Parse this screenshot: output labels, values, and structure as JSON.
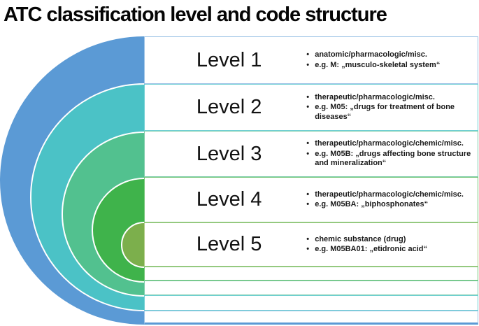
{
  "title": "ATC classification level and code structure",
  "bullet_char": "•",
  "levels": [
    {
      "label": "Level 1",
      "ring_color": "#5B9AD5",
      "border_color": "#9DC3E6",
      "bullets": [
        "anatomic/pharmacologic/misc.",
        "e.g. M: „musculo-skeletal system“"
      ]
    },
    {
      "label": "Level 2",
      "ring_color": "#4BC2C6",
      "border_color": "#6FCFD3",
      "bullets": [
        "therapeutic/pharmacologic/misc.",
        "e.g. M05: „drugs for treatment of bone diseases“"
      ]
    },
    {
      "label": "Level 3",
      "ring_color": "#52C18F",
      "border_color": "#7DCDAA",
      "bullets": [
        "therapeutic/pharmacologic/chemic/misc.",
        "e.g. M05B: „drugs affecting bone structure and mineralization“"
      ]
    },
    {
      "label": "Level 4",
      "ring_color": "#3FB34B",
      "border_color": "#74C677",
      "bullets": [
        "therapeutic/pharmacologic/chemic/misc.",
        "e.g. M05BA: „biphosphonates“"
      ]
    },
    {
      "label": "Level 5",
      "ring_color": "#7CAF4C",
      "border_color": "#AFCC86",
      "bullets": [
        "chemic substance (drug)",
        "e.g. M05BA01: „etidronic acid“"
      ]
    }
  ],
  "filler_rows": [
    {
      "border_color": "#74C677"
    },
    {
      "border_color": "#7DCDAA"
    },
    {
      "border_color": "#6FCFD3"
    },
    {
      "border_color": "#9DC3E6",
      "bottom_color": "#5B9AD5"
    }
  ]
}
